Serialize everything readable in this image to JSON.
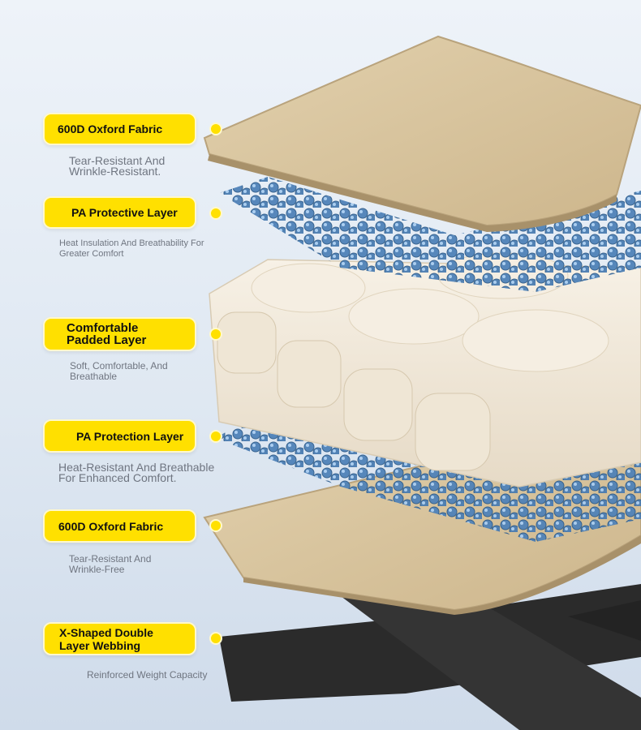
{
  "layers": [
    {
      "title": "600D Oxford Fabric",
      "description": "Tear-Resistant And\nWrinkle-Resistant."
    },
    {
      "title": "PA Protective Layer",
      "description": "Heat Insulation And Breathability For\nGreater Comfort"
    },
    {
      "title": "Comfortable\nPadded Layer",
      "description": "Soft, Comfortable, And\nBreathable"
    },
    {
      "title": "PA Protection Layer",
      "description": "Heat-Resistant And Breathable\nFor Enhanced Comfort."
    },
    {
      "title": "600D Oxford Fabric",
      "description": "Tear-Resistant And\nWrinkle-Free"
    },
    {
      "title": "X-Shaped Double\nLayer Webbing",
      "description": "Reinforced Weight Capacity"
    }
  ],
  "colors": {
    "accent": "#ffe000",
    "fabric": "#d8c49e",
    "mesh": "#4f82b8",
    "pad": "#f1e9da",
    "webbing": "#2b2b2b"
  }
}
